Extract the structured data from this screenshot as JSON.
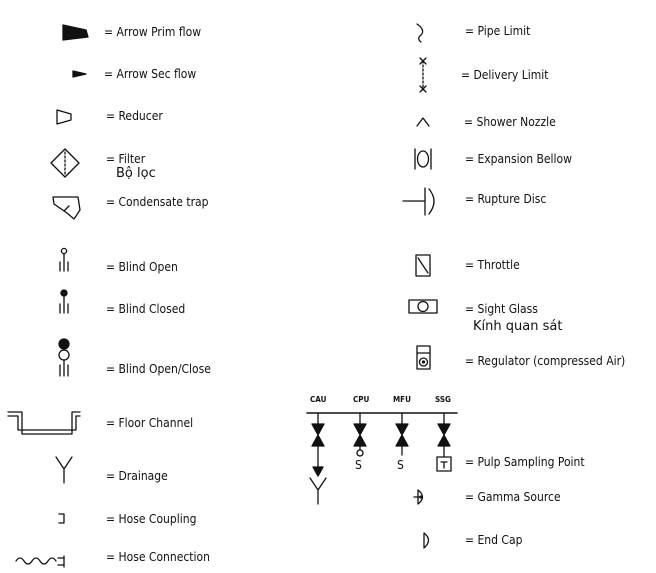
{
  "left_column": [
    {
      "id": "arrow-prim-flow",
      "label": "= Arrow Prim flow"
    },
    {
      "id": "arrow-sec-flow",
      "label": "= Arrow Sec flow"
    },
    {
      "id": "reducer",
      "label": "= Reducer"
    },
    {
      "id": "filter",
      "label": "= Filter",
      "sublabel": "Bộ lọc"
    },
    {
      "id": "condensate-trap",
      "label": "= Condensate trap"
    },
    {
      "id": "blind-open",
      "label": "= Blind Open"
    },
    {
      "id": "blind-closed",
      "label": "= Blind Closed"
    },
    {
      "id": "blind-open-close",
      "label": "= Blind Open/Close"
    },
    {
      "id": "floor-channel",
      "label": "= Floor Channel"
    },
    {
      "id": "drainage",
      "label": "= Drainage"
    },
    {
      "id": "hose-coupling",
      "label": "= Hose Coupling"
    },
    {
      "id": "hose-connection",
      "label": "= Hose Connection"
    }
  ],
  "right_column": [
    {
      "id": "pipe-limit",
      "label": "= Pipe Limit"
    },
    {
      "id": "delivery-limit",
      "label": "= Delivery Limit"
    },
    {
      "id": "shower-nozzle",
      "label": "= Shower Nozzle"
    },
    {
      "id": "expansion-bellow",
      "label": "= Expansion Bellow"
    },
    {
      "id": "rupture-disc",
      "label": "= Rupture Disc"
    },
    {
      "id": "throttle",
      "label": "= Throttle"
    },
    {
      "id": "sight-glass",
      "label": "= Sight Glass",
      "sublabel": "Kính quan sát"
    },
    {
      "id": "regulator",
      "label": "= Regulator (compressed Air)"
    },
    {
      "id": "pulp-sampling-point",
      "label": "= Pulp Sampling Point"
    },
    {
      "id": "gamma-source",
      "label": "= Gamma Source"
    },
    {
      "id": "end-cap",
      "label": "= End Cap"
    }
  ],
  "header_tags": [
    "CAU",
    "CPU",
    "MFU",
    "SSG"
  ],
  "branch_marks": [
    "S",
    "S"
  ]
}
